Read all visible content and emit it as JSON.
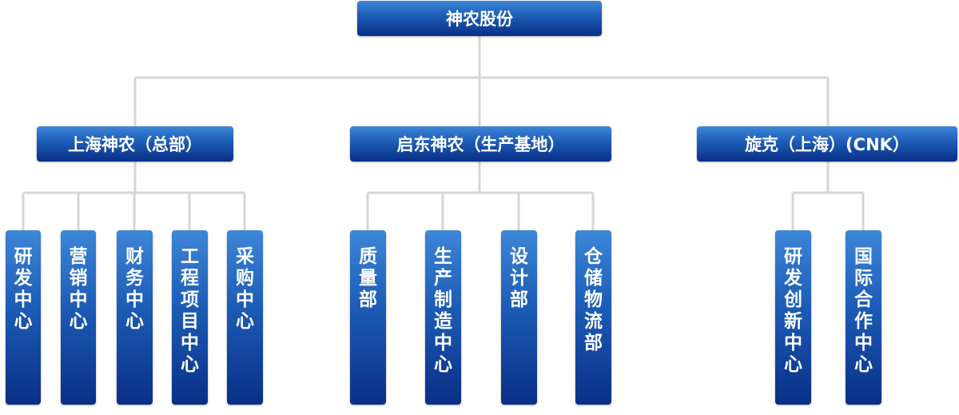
{
  "root": {
    "label": "神农股份"
  },
  "branches": [
    {
      "label": "上海神农（总部）",
      "departments": [
        "研发中心",
        "营销中心",
        "财务中心",
        "工程项目中心",
        "采购中心"
      ]
    },
    {
      "label": "启东神农（生产基地）",
      "departments": [
        "质量部",
        "生产制造中心",
        "设计部",
        "仓储物流部"
      ]
    },
    {
      "label": "旋克（上海）(CNK）",
      "departments": [
        "研发创新中心",
        "国际合作中心"
      ]
    }
  ],
  "colors": {
    "box_top": "#3d86d8",
    "box_bottom": "#0a2f86",
    "connector": "#d6d6d6",
    "text": "#ffffff"
  }
}
